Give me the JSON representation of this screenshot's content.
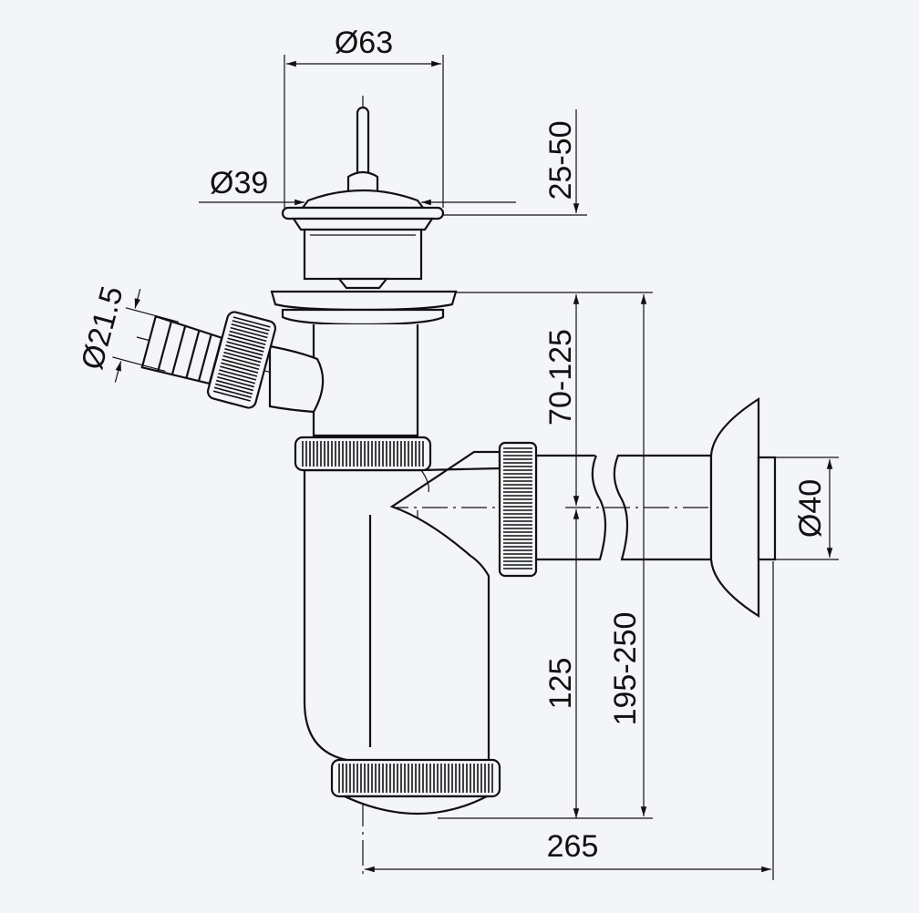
{
  "dimensions": {
    "outlet_top_diameter": "Ø63",
    "plug_diameter": "Ø39",
    "plug_travel": "25-50",
    "hose_diameter": "Ø21.5",
    "inlet_height_range": "70-125",
    "outlet_diameter": "Ø40",
    "outlet_height": "125",
    "total_height_range": "195-250",
    "total_depth": "265"
  }
}
